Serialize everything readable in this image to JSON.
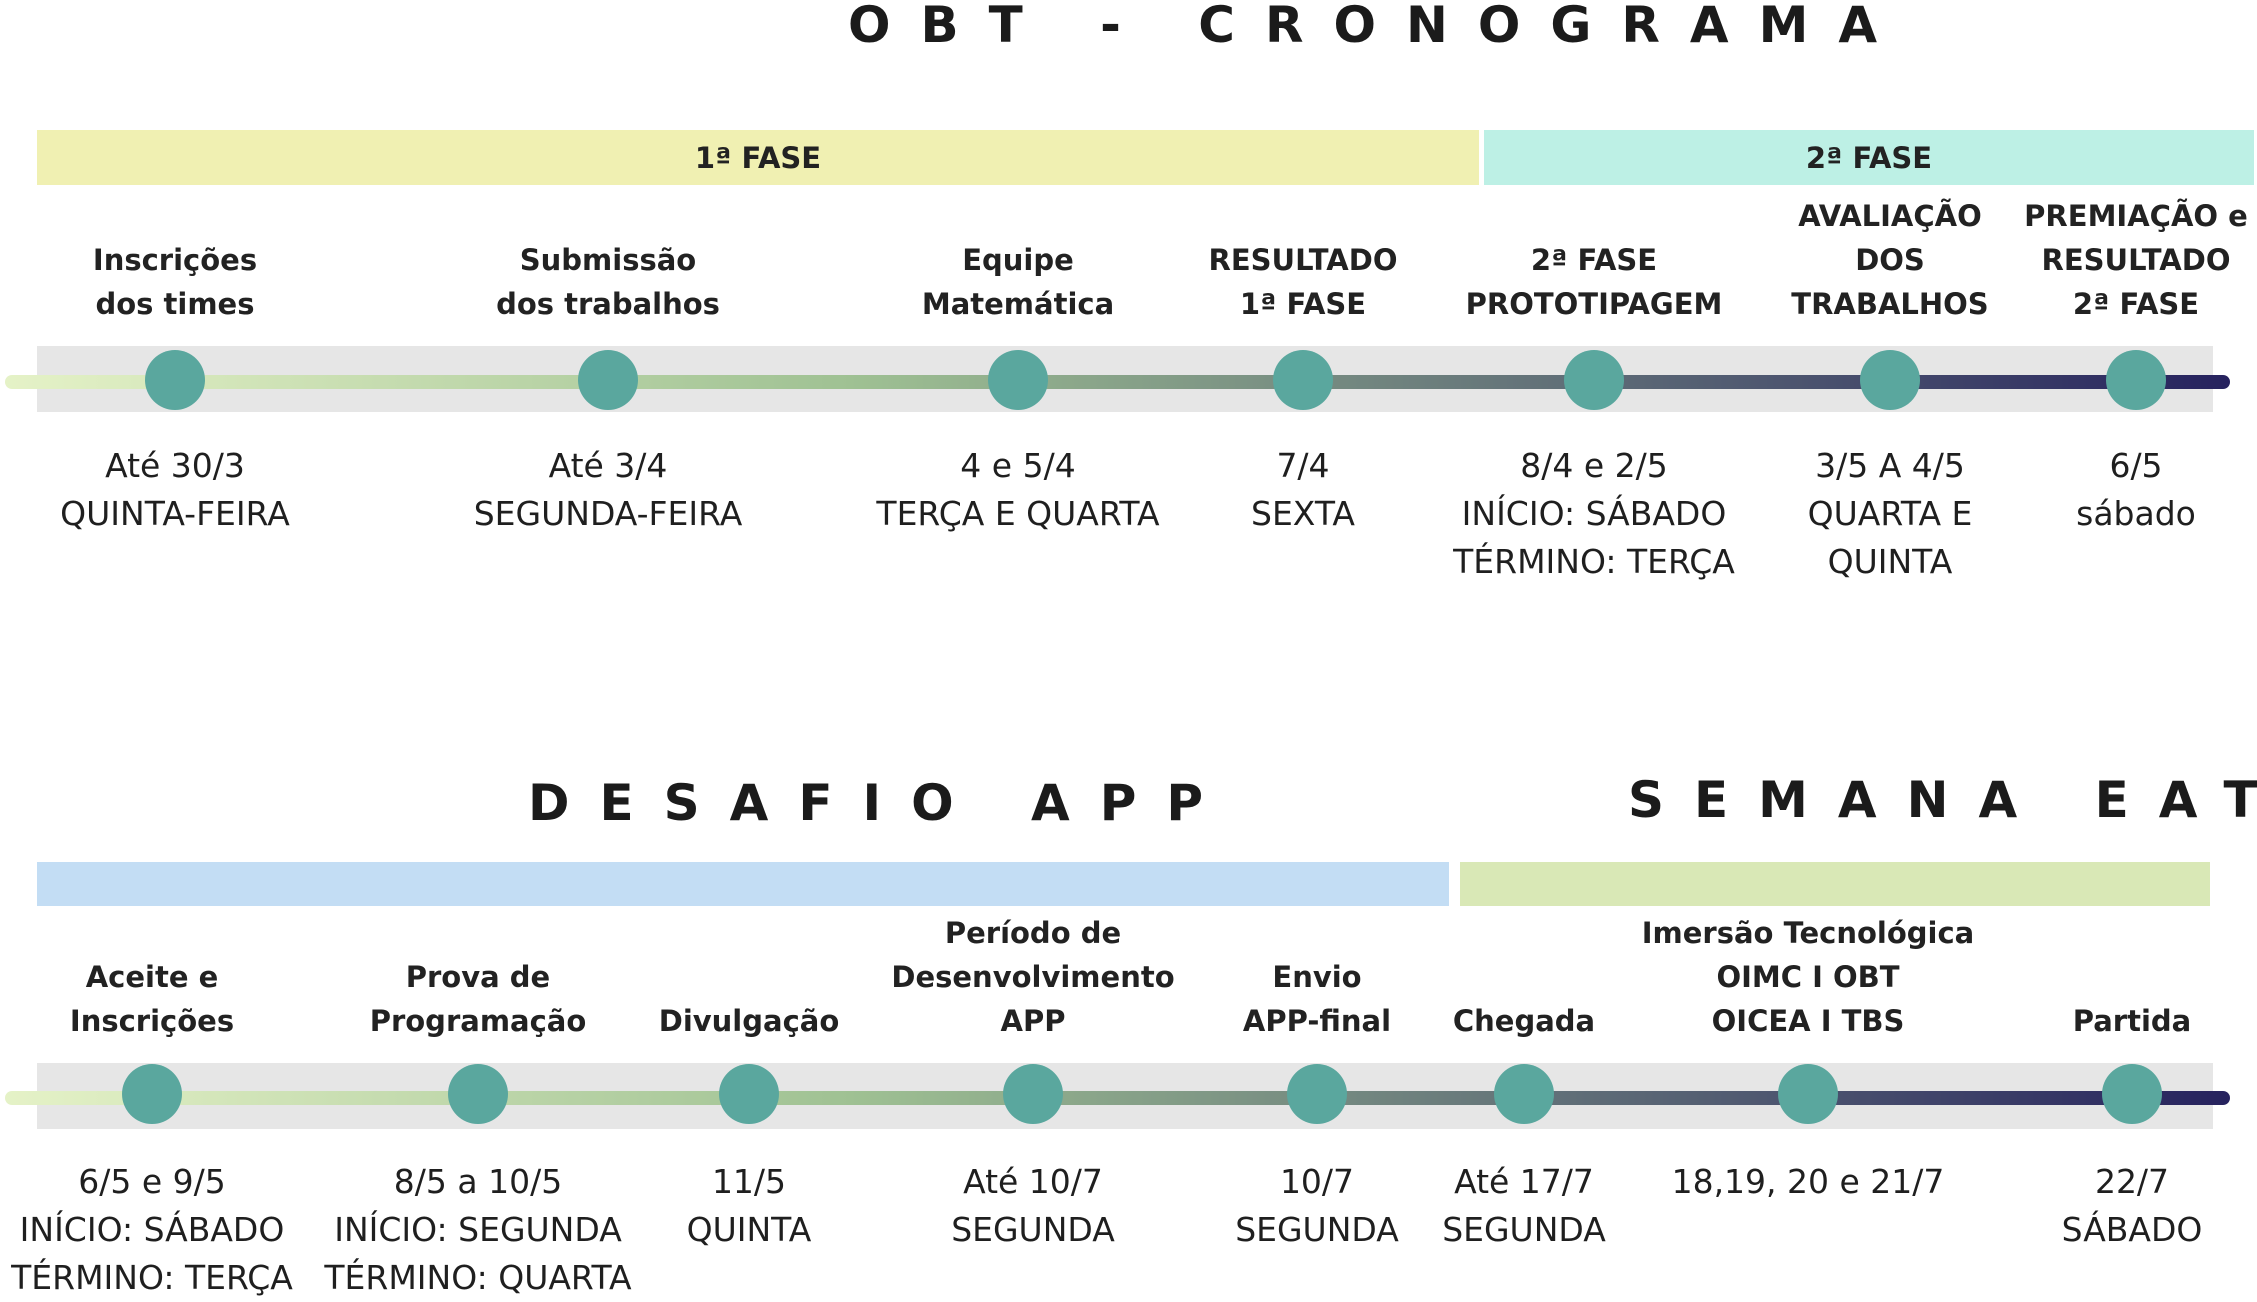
{
  "titles": {
    "main": "OBT - CRONOGRAMA",
    "desafio": "DESAFIO APP",
    "semana": "SEMANA EAT"
  },
  "phases": {
    "fase1": "1ª FASE",
    "fase2": "2ª FASE"
  },
  "colors": {
    "fase1_band": "#f0f0b2",
    "fase2_band": "#bdf0e5",
    "desafio_band": "#c3ddf4",
    "semana_band": "#d9e8b6",
    "dot": "#5aa79e",
    "track_bg": "#e6e6e6",
    "line_start": "#e5f2c7",
    "line_mid": "#9fc193",
    "line_end": "#26225e"
  },
  "timeline1": [
    {
      "label": [
        "Inscrições",
        "dos times"
      ],
      "date": [
        "Até 30/3",
        "QUINTA-FEIRA"
      ]
    },
    {
      "label": [
        "Submissão",
        "dos trabalhos"
      ],
      "date": [
        "Até 3/4",
        "SEGUNDA-FEIRA"
      ]
    },
    {
      "label": [
        "Equipe",
        "Matemática"
      ],
      "date": [
        "4 e 5/4",
        "TERÇA E QUARTA"
      ]
    },
    {
      "label": [
        "RESULTADO",
        "1ª FASE"
      ],
      "date": [
        "7/4",
        "SEXTA"
      ]
    },
    {
      "label": [
        "2ª FASE",
        "PROTOTIPAGEM"
      ],
      "date": [
        "8/4 e 2/5",
        "INÍCIO: SÁBADO",
        "TÉRMINO: TERÇA"
      ]
    },
    {
      "label": [
        "AVALIAÇÃO",
        "DOS",
        "TRABALHOS"
      ],
      "date": [
        "3/5 A 4/5",
        "QUARTA E",
        "QUINTA"
      ]
    },
    {
      "label": [
        "PREMIAÇÃO e",
        "RESULTADO",
        "2ª FASE"
      ],
      "date": [
        "6/5",
        "sábado"
      ]
    }
  ],
  "timeline2": [
    {
      "label": [
        "Aceite e",
        "Inscrições"
      ],
      "date": [
        "6/5 e 9/5",
        "INÍCIO: SÁBADO",
        "TÉRMINO: TERÇA"
      ]
    },
    {
      "label": [
        "Prova de",
        "Programação"
      ],
      "date": [
        "8/5 a 10/5",
        "INÍCIO: SEGUNDA",
        "TÉRMINO: QUARTA"
      ]
    },
    {
      "label": [
        "Divulgação"
      ],
      "date": [
        "11/5",
        "QUINTA"
      ]
    },
    {
      "label": [
        "Período de",
        "Desenvolvimento",
        "APP"
      ],
      "date": [
        "Até 10/7",
        "SEGUNDA"
      ]
    },
    {
      "label": [
        "Envio",
        "APP-final"
      ],
      "date": [
        "10/7",
        "SEGUNDA"
      ]
    },
    {
      "label": [
        "Chegada"
      ],
      "date": [
        "Até 17/7",
        "SEGUNDA"
      ]
    },
    {
      "label": [
        "Imersão Tecnológica",
        "OIMC I OBT",
        "OICEA I TBS"
      ],
      "date": [
        "18,19, 20 e 21/7"
      ]
    },
    {
      "label": [
        "Partida"
      ],
      "date": [
        "22/7",
        "SÁBADO"
      ]
    }
  ]
}
